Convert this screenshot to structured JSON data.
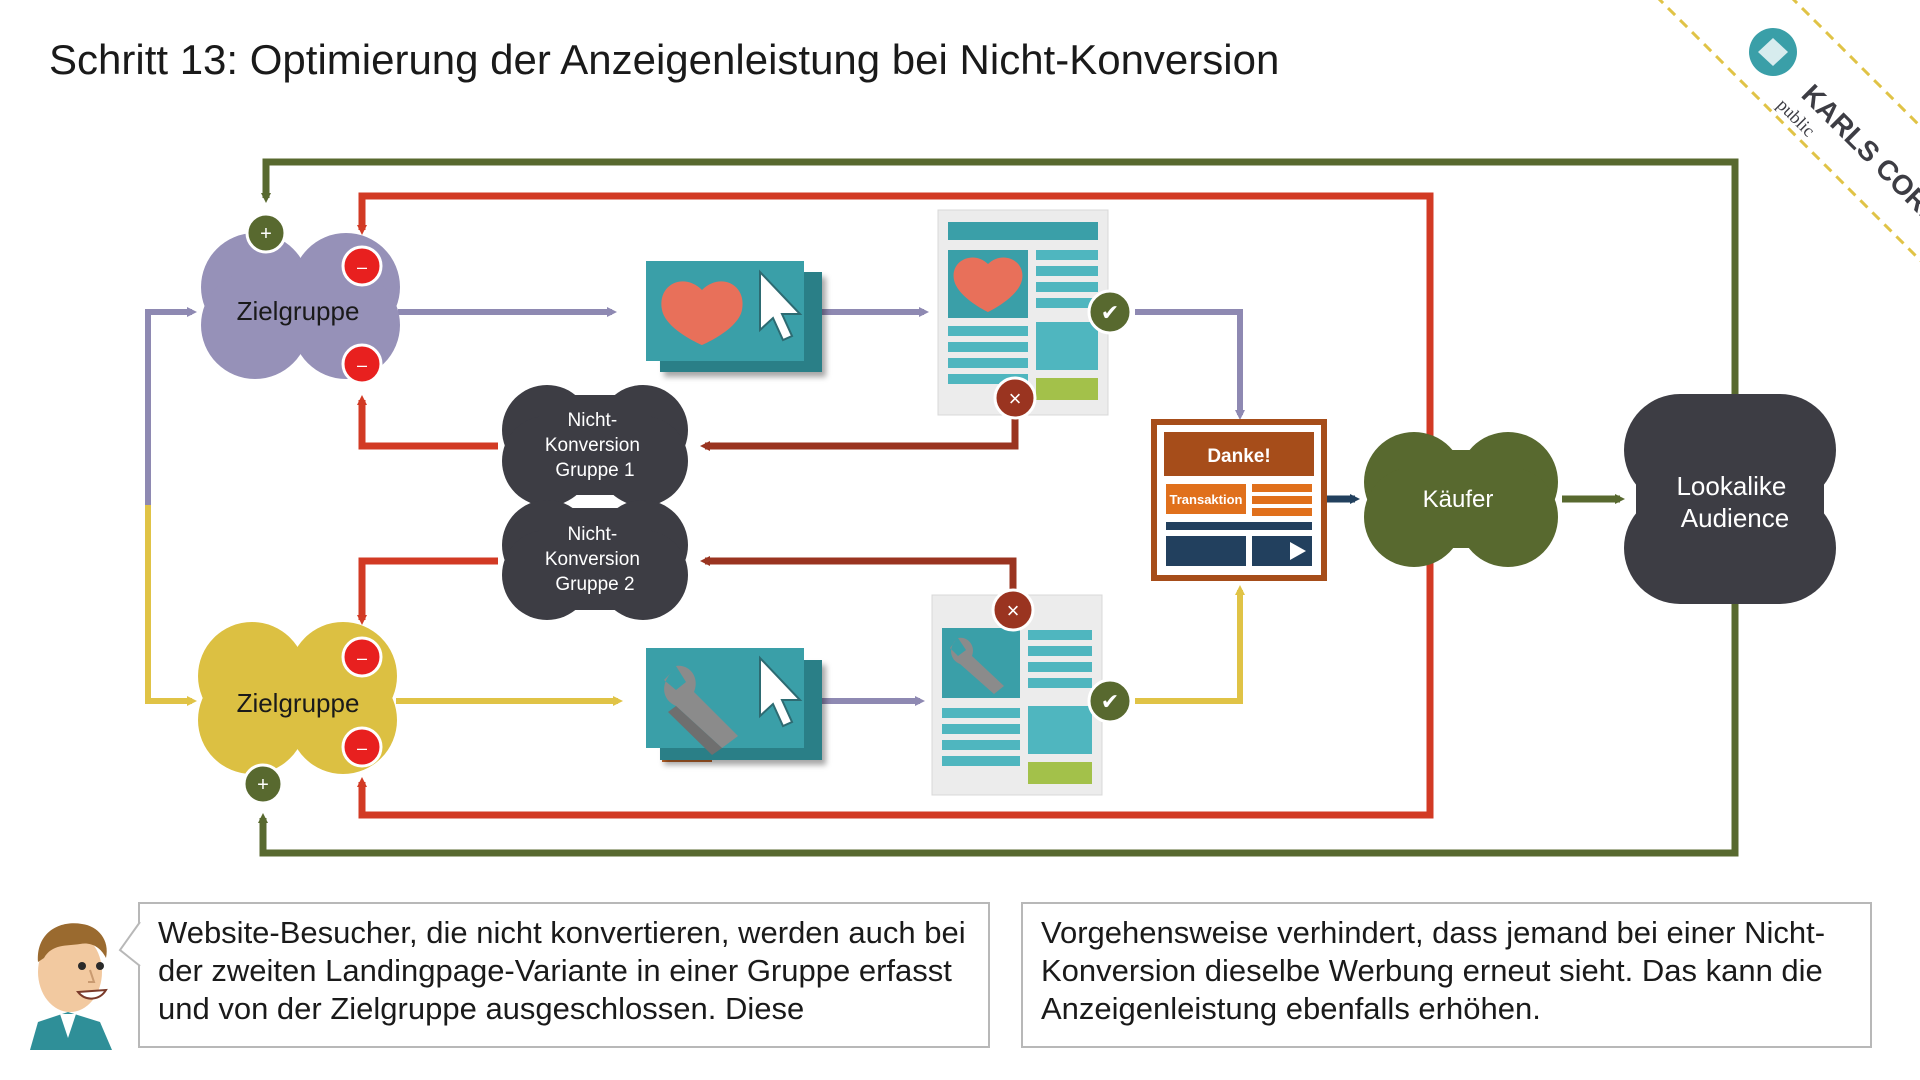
{
  "title": "Schritt 13: Optimierung der Anzeigenleistung bei Nicht-Konversion",
  "nodes": {
    "zielgruppe_top": "Zielgruppe",
    "zielgruppe_bottom": "Zielgruppe",
    "nichtkonversion_1": [
      "Nicht-",
      "Konversion",
      "Gruppe 1"
    ],
    "nichtkonversion_2": [
      "Nicht-",
      "Konversion",
      "Gruppe 2"
    ],
    "kaeufer": "Käufer",
    "lookalike": [
      "Lookalike",
      "Audience"
    ]
  },
  "thankyou": {
    "heading": "Danke!",
    "transaction": "Transaktion"
  },
  "badges": {
    "plus": "+",
    "minus": "–",
    "check": "✔",
    "cross": "×"
  },
  "notes": {
    "left": "Website-Besucher, die nicht konvertieren, werden auch bei der zweiten Landingpage-Variante in einer Gruppe erfasst und von der Zielgruppe ausgeschlossen. Diese",
    "right": "Vorgehensweise verhindert, dass jemand bei einer Nicht-Konversion dieselbe Werbung erneut sieht. Das kann die Anzeigenleistung ebenfalls erhöhen."
  },
  "logo": {
    "brand": "KARLS CORE",
    "sub": "public"
  },
  "colors": {
    "green": "#58692f",
    "red": "#d23a24",
    "darkred": "#9a3420",
    "purple": "#8e89b2",
    "yellow": "#e0c346",
    "navy": "#22405e",
    "teal": "#3a9fa8",
    "dark": "#3d3d44",
    "orange": "#e0701c",
    "brown": "#a64d1a"
  }
}
